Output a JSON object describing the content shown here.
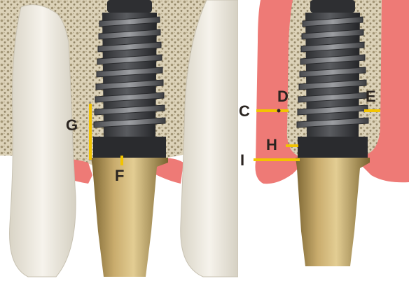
{
  "panels": [
    {
      "id": "left",
      "labels": {
        "G": "G",
        "F": "F"
      }
    },
    {
      "id": "right",
      "labels": {
        "C": "C",
        "D": "D",
        "E": "E",
        "H": "H",
        "I": "I"
      }
    }
  ],
  "colors": {
    "background": "#ffffff",
    "tooth": "#eeeae0",
    "bone": "#d8cdb3",
    "bone_pores": "#a39676",
    "gingiva": "#ee7a76",
    "implant_dark": "#3c3d40",
    "implant_thread": "#75777b",
    "abutment_gold": "#b89a5c",
    "measurement_line": "#f2c400",
    "label_text": "#2a2420"
  }
}
